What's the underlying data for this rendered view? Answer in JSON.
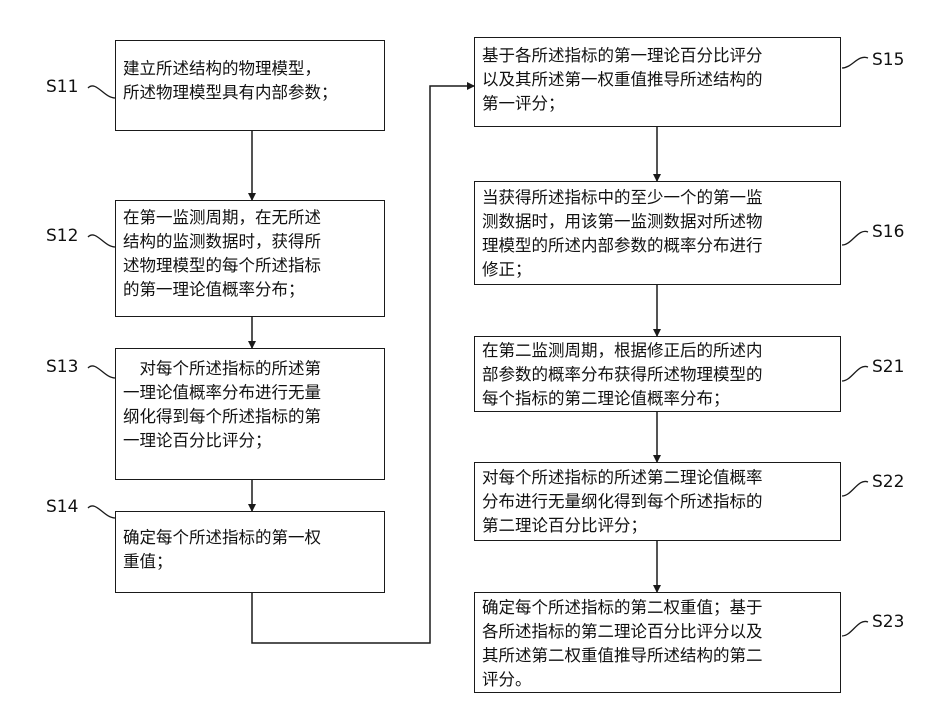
{
  "steps": [
    {
      "id": "S11",
      "text": "建立所述结构的物理模型，\n所述物理模型具有内部参数；"
    },
    {
      "id": "S12",
      "text": "在第一监测周期，在无所述\n结构的监测数据时，获得所\n述物理模型的每个所述指标\n的第一理论值概率分布；"
    },
    {
      "id": "S13",
      "text": "　对每个所述指标的所述第\n一理论值概率分布进行无量\n纲化得到每个所述指标的第\n一理论百分比评分；"
    },
    {
      "id": "S14",
      "text": "确定每个所述指标的第一权\n重值；"
    },
    {
      "id": "S15",
      "text": "基于各所述指标的第一理论百分比评分\n以及其所述第一权重值推导所述结构的\n第一评分；"
    },
    {
      "id": "S16",
      "text": "当获得所述指标中的至少一个的第一监\n测数据时，用该第一监测数据对所述物\n理模型的所述内部参数的概率分布进行\n修正；"
    },
    {
      "id": "S21",
      "text": "在第二监测周期，根据修正后的所述内\n部参数的概率分布获得所述物理模型的\n每个指标的第二理论值概率分布；"
    },
    {
      "id": "S22",
      "text": "对每个所述指标的所述第二理论值概率\n分布进行无量纲化得到每个所述指标的\n第二理论百分比评分；"
    },
    {
      "id": "S23",
      "text": "确定每个所述指标的第二权重值；基于\n各所述指标的第二理论百分比评分以及\n其所述第二权重值推导所述结构的第二\n评分。"
    }
  ]
}
